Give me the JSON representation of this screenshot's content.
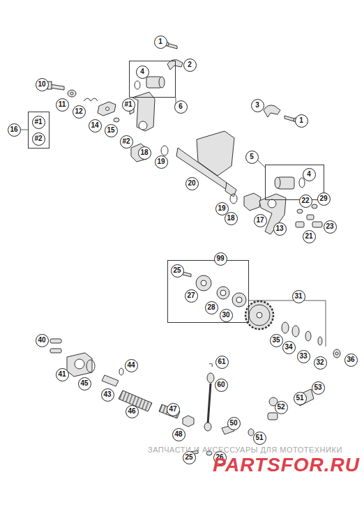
{
  "diagram": {
    "nodes": [
      {
        "text": [
          "4",
          "6"
        ]
      },
      {
        "text": [
          "16",
          "#1",
          "#2"
        ]
      },
      {
        "text": [
          "5",
          "4"
        ]
      },
      {
        "text": [
          "99",
          "25",
          "27",
          "28",
          "30"
        ]
      }
    ],
    "labels": [
      "1",
      "2",
      "10",
      "11",
      "12",
      "14",
      "#1",
      "15",
      "#2",
      "18",
      "19",
      "20",
      "3",
      "1",
      "19",
      "18",
      "17",
      "13",
      "22",
      "29",
      "23",
      "21",
      "31",
      "35",
      "34",
      "33",
      "32",
      "36",
      "40",
      "41",
      "45",
      "44",
      "43",
      "46",
      "47",
      "48",
      "61",
      "60",
      "53",
      "51",
      "52",
      "50",
      "51",
      "25",
      "26",
      "ЗАПЧАСТИ И АКСЕССУАРЫ ДЛЯ МОТОТЕХНИКИ",
      "PARTSFOR.RU"
    ]
  }
}
